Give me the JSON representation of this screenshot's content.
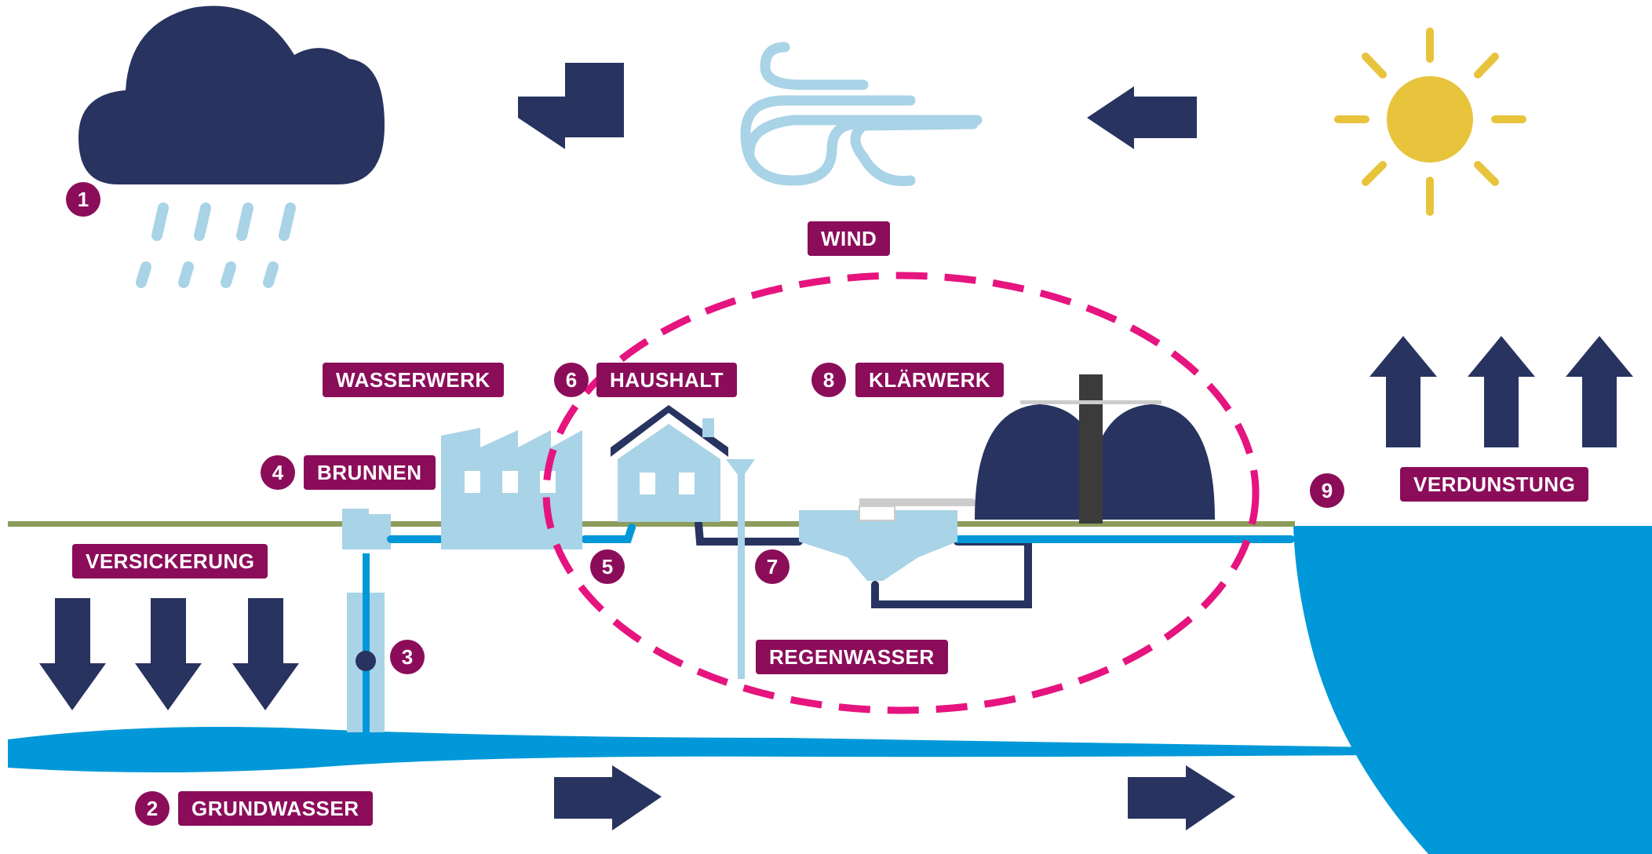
{
  "labels": {
    "wind": "WIND",
    "wasserwerk": "WASSERWERK",
    "haushalt": "HAUSHALT",
    "klaerwerk": "KLÄRWERK",
    "brunnen": "BRUNNEN",
    "versickerung": "VERSICKERUNG",
    "verdunstung": "VERDUNSTUNG",
    "regenwasser": "REGENWASSER",
    "grundwasser": "GRUNDWASSER"
  },
  "markers": {
    "m1": "1",
    "m2": "2",
    "m3": "3",
    "m4": "4",
    "m5": "5",
    "m6": "6",
    "m7": "7",
    "m8": "8",
    "m9": "9"
  },
  "colors": {
    "navy": "#283360",
    "light_blue": "#a9d3e6",
    "water_blue": "#0098d8",
    "label_purple": "#8b0d5a",
    "highlight_pink": "#e6147f",
    "ground_green": "#8c9c5c",
    "sun_yellow": "#e8c33c"
  },
  "icons": {
    "cloud": "rain-cloud-icon",
    "wind": "wind-icon",
    "sun": "sun-icon",
    "factory": "waterworks-factory-icon",
    "house": "house-icon",
    "treatment": "treatment-plant-icon"
  }
}
